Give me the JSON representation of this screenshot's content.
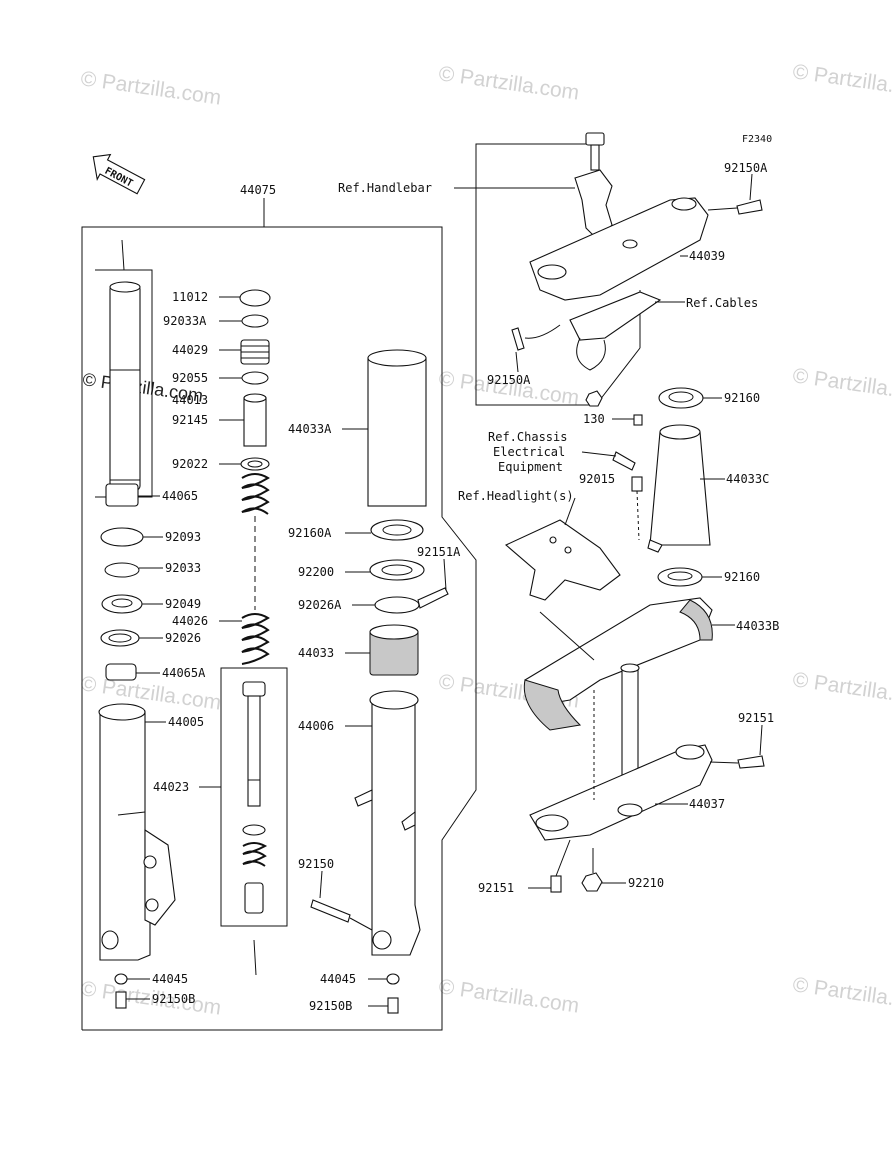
{
  "diagram": {
    "figure_code": "F2340",
    "front_label": "FRONT",
    "watermark": "© Partzilla.com",
    "callouts": [
      {
        "id": "c44075",
        "text": "44075"
      },
      {
        "id": "c11012",
        "text": "11012"
      },
      {
        "id": "c92033A",
        "text": "92033A"
      },
      {
        "id": "c44029",
        "text": "44029"
      },
      {
        "id": "c92055",
        "text": "92055"
      },
      {
        "id": "c44013",
        "text": "44013"
      },
      {
        "id": "c92145",
        "text": "92145"
      },
      {
        "id": "c92022",
        "text": "92022"
      },
      {
        "id": "c44065",
        "text": "44065"
      },
      {
        "id": "c92093",
        "text": "92093"
      },
      {
        "id": "c92033",
        "text": "92033"
      },
      {
        "id": "c92049",
        "text": "92049"
      },
      {
        "id": "c44026",
        "text": "44026"
      },
      {
        "id": "c92026",
        "text": "92026"
      },
      {
        "id": "c44065A",
        "text": "44065A"
      },
      {
        "id": "c44005",
        "text": "44005"
      },
      {
        "id": "c44023",
        "text": "44023"
      },
      {
        "id": "c44045L",
        "text": "44045"
      },
      {
        "id": "c92150BL",
        "text": "92150B"
      },
      {
        "id": "c44033A",
        "text": "44033A"
      },
      {
        "id": "c92160A",
        "text": "92160A"
      },
      {
        "id": "c92200",
        "text": "92200"
      },
      {
        "id": "c92026A",
        "text": "92026A"
      },
      {
        "id": "c92151A",
        "text": "92151A"
      },
      {
        "id": "c44033",
        "text": "44033"
      },
      {
        "id": "c44006",
        "text": "44006"
      },
      {
        "id": "c92150",
        "text": "92150"
      },
      {
        "id": "c44045R",
        "text": "44045"
      },
      {
        "id": "c92150BR",
        "text": "92150B"
      },
      {
        "id": "cRefHandlebar",
        "text": "Ref.Handlebar"
      },
      {
        "id": "c92150A1",
        "text": "92150A"
      },
      {
        "id": "c44039",
        "text": "44039"
      },
      {
        "id": "cRefCables",
        "text": "Ref.Cables"
      },
      {
        "id": "c92150A2",
        "text": "92150A"
      },
      {
        "id": "c130",
        "text": "130"
      },
      {
        "id": "c92160a",
        "text": "92160"
      },
      {
        "id": "cRefChassis1",
        "text": "Ref.Chassis"
      },
      {
        "id": "cRefChassis2",
        "text": "Electrical"
      },
      {
        "id": "cRefChassis3",
        "text": "Equipment"
      },
      {
        "id": "c44033C",
        "text": "44033C"
      },
      {
        "id": "c92015",
        "text": "92015"
      },
      {
        "id": "cRefHeadlight",
        "text": "Ref.Headlight(s)"
      },
      {
        "id": "c92160b",
        "text": "92160"
      },
      {
        "id": "c44033B",
        "text": "44033B"
      },
      {
        "id": "c92151a",
        "text": "92151"
      },
      {
        "id": "c44037",
        "text": "44037"
      },
      {
        "id": "c92151b",
        "text": "92151"
      },
      {
        "id": "c92210",
        "text": "92210"
      }
    ]
  }
}
